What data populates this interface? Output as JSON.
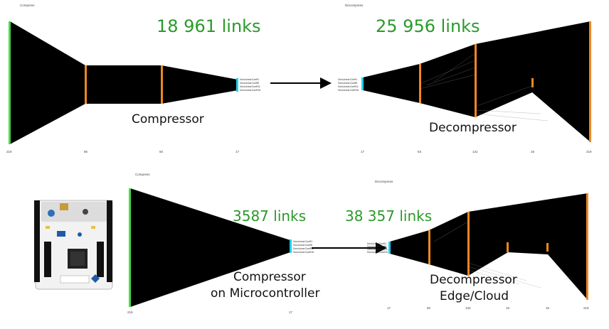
{
  "colors": {
    "mass": "#000000",
    "input_bar": "#44dd44",
    "hidden_bar": "#ee8822",
    "latent_bar": "#22ccee",
    "links_text": "#2a9a2a",
    "arrow": "#000000"
  },
  "top": {
    "compress": {
      "panel_title": "Compress",
      "links_label": "18 961 links",
      "caption": "Compressor",
      "layer_sizes": [
        "219",
        "86",
        "50",
        "17"
      ],
      "latent_labels": [
        "NonLinearCoeff1",
        "NonLinearCoeff6",
        "NonLinearCoeff11",
        "NonLinearCoeff16"
      ]
    },
    "decompress": {
      "panel_title": "Decompress",
      "links_label": "25 956 links",
      "caption": "Decompressor",
      "layer_sizes": [
        "17",
        "63",
        "131",
        "16",
        "219"
      ],
      "latent_labels": [
        "NonLinearCoeff1",
        "NonLinearCoeff6",
        "NonLinearCoeff11",
        "NonLinearCoeff16"
      ]
    }
  },
  "bottom": {
    "compress": {
      "panel_title": "Compress",
      "links_label": "3587 links",
      "caption_line1": "Compressor",
      "caption_line2": "on Microcontroller",
      "layer_sizes": [
        "219",
        "17"
      ],
      "latent_labels": [
        "NonLinearCoeff1",
        "NonLinearCoeff6",
        "NonLinearCoeff11",
        "NonLinearCoeff16"
      ]
    },
    "decompress": {
      "panel_title": "Decompress",
      "links_label": "38 357 links",
      "caption_line1": "Decompressor",
      "caption_line2": "Edge/Cloud",
      "layer_sizes": [
        "17",
        "50",
        "132",
        "16",
        "16",
        "219"
      ],
      "latent_labels": [
        "NonLinearCoeff1",
        "NonLinearCoeff6",
        "NonLinearCoeff11",
        "NonLinearCoeff16"
      ]
    }
  },
  "board_icon": "microcontroller-board-icon"
}
